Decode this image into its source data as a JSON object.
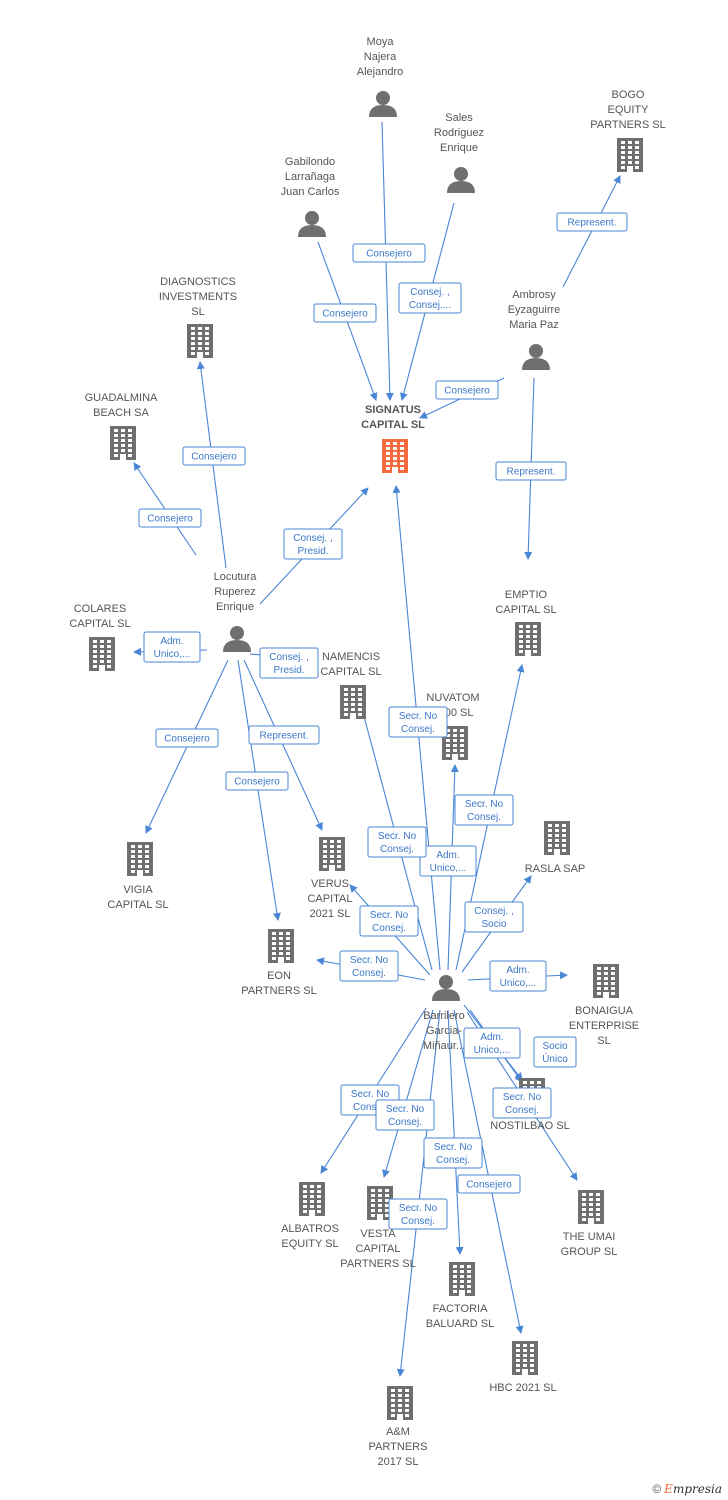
{
  "nodes": [
    {
      "id": "moya",
      "type": "person",
      "label": [
        "Moya",
        "Najera",
        "Alejandro"
      ]
    },
    {
      "id": "sales",
      "type": "person",
      "label": [
        "Sales",
        "Rodriguez",
        "Enrique"
      ]
    },
    {
      "id": "gabilondo",
      "type": "person",
      "label": [
        "Gabilondo",
        "Larrañaga",
        "Juan Carlos"
      ]
    },
    {
      "id": "bogo",
      "type": "company",
      "label": [
        "BOGO",
        "EQUITY",
        "PARTNERS  SL"
      ]
    },
    {
      "id": "ambrosy",
      "type": "person",
      "label": [
        "Ambrosy",
        "Eyzaguirre",
        "Maria Paz"
      ]
    },
    {
      "id": "diagnostics",
      "type": "company",
      "label": [
        "DIAGNOSTICS",
        "INVESTMENTS",
        "SL"
      ]
    },
    {
      "id": "signatus",
      "type": "company",
      "main": true,
      "label": [
        "SIGNATUS",
        "CAPITAL  SL"
      ]
    },
    {
      "id": "guadalmina",
      "type": "company",
      "label": [
        "GUADALMINA",
        "BEACH SA"
      ]
    },
    {
      "id": "locutura",
      "type": "person",
      "label": [
        "Locutura",
        "Ruperez",
        "Enrique"
      ]
    },
    {
      "id": "emptio",
      "type": "company",
      "label": [
        "EMPTIO",
        "CAPITAL  SL"
      ]
    },
    {
      "id": "colares",
      "type": "company",
      "label": [
        "COLARES",
        "CAPITAL  SL"
      ]
    },
    {
      "id": "namencis",
      "type": "company",
      "label": [
        "NAMENCIS",
        "CAPITAL  SL"
      ]
    },
    {
      "id": "nuvatom",
      "type": "company",
      "label": [
        "NUVATOM",
        "2000  SL"
      ]
    },
    {
      "id": "vigia",
      "type": "company",
      "label": [
        "VIGIA",
        "CAPITAL  SL"
      ]
    },
    {
      "id": "verus",
      "type": "company",
      "label": [
        "VERUS",
        "CAPITAL",
        "2021  SL"
      ]
    },
    {
      "id": "rasla",
      "type": "company",
      "label": [
        "RASLA SAP"
      ]
    },
    {
      "id": "eon",
      "type": "company",
      "label": [
        "EON",
        "PARTNERS  SL"
      ]
    },
    {
      "id": "barrilero",
      "type": "person",
      "label": [
        "Barrilero",
        "Garcia-",
        "Miñaur..."
      ]
    },
    {
      "id": "bonaigua",
      "type": "company",
      "label": [
        "BONAIGUA",
        "ENTERPRISE",
        "SL"
      ]
    },
    {
      "id": "nostilbao",
      "type": "company",
      "label": [
        "NOSTILBAO  SL"
      ]
    },
    {
      "id": "albatros",
      "type": "company",
      "label": [
        "ALBATROS",
        "EQUITY  SL"
      ]
    },
    {
      "id": "vesta",
      "type": "company",
      "label": [
        "VESTA",
        "CAPITAL",
        "PARTNERS  SL"
      ]
    },
    {
      "id": "umai",
      "type": "company",
      "label": [
        "THE UMAI",
        "GROUP  SL"
      ]
    },
    {
      "id": "factoria",
      "type": "company",
      "label": [
        "FACTORIA",
        "BALUARD  SL"
      ]
    },
    {
      "id": "hbc",
      "type": "company",
      "label": [
        "HBC 2021  SL"
      ]
    },
    {
      "id": "am",
      "type": "company",
      "label": [
        "A&M",
        "PARTNERS",
        "2017  SL"
      ]
    }
  ],
  "edges": [
    {
      "from": "moya",
      "to": "signatus",
      "label": [
        "Consejero"
      ]
    },
    {
      "from": "sales",
      "to": "signatus",
      "label": [
        "Consej. ,",
        "Consej...."
      ]
    },
    {
      "from": "gabilondo",
      "to": "signatus",
      "label": [
        "Consejero"
      ]
    },
    {
      "from": "ambrosy",
      "to": "signatus",
      "label": [
        "Consejero"
      ]
    },
    {
      "from": "ambrosy",
      "to": "bogo",
      "label": [
        "Represent."
      ]
    },
    {
      "from": "ambrosy",
      "to": "emptio",
      "label": [
        "Represent."
      ]
    },
    {
      "from": "locutura",
      "to": "diagnostics",
      "label": [
        "Consejero"
      ]
    },
    {
      "from": "locutura",
      "to": "guadalmina",
      "label": [
        "Consejero"
      ]
    },
    {
      "from": "locutura",
      "to": "signatus",
      "label": [
        "Consej. ,",
        "Presid."
      ]
    },
    {
      "from": "locutura",
      "to": "colares",
      "label": [
        "Adm.",
        "Unico,..."
      ]
    },
    {
      "from": "locutura",
      "to": "namencis",
      "label": [
        "Consej. ,",
        "Presid."
      ]
    },
    {
      "from": "locutura",
      "to": "vigia",
      "label": [
        "Consejero"
      ]
    },
    {
      "from": "locutura",
      "to": "verus",
      "label": [
        "Represent."
      ]
    },
    {
      "from": "locutura",
      "to": "eon",
      "label": [
        "Consejero"
      ]
    },
    {
      "from": "barrilero",
      "to": "signatus",
      "label": [
        "Secr.  No",
        "Consej."
      ]
    },
    {
      "from": "barrilero",
      "to": "nuvatom",
      "label": [
        "Adm.",
        "Unico,..."
      ]
    },
    {
      "from": "barrilero",
      "to": "emptio",
      "label": [
        "Secr.  No",
        "Consej."
      ]
    },
    {
      "from": "barrilero",
      "to": "namencis",
      "label": [
        "Secr.  No",
        "Consej."
      ]
    },
    {
      "from": "barrilero",
      "to": "rasla",
      "label": [
        "Consej. ,",
        "Socio"
      ]
    },
    {
      "from": "barrilero",
      "to": "verus",
      "label": [
        "Secr.  No",
        "Consej."
      ]
    },
    {
      "from": "barrilero",
      "to": "eon",
      "label": [
        "Secr.  No",
        "Consej."
      ]
    },
    {
      "from": "barrilero",
      "to": "bonaigua",
      "label": [
        "Adm.",
        "Unico,..."
      ]
    },
    {
      "from": "barrilero",
      "to": "nostilbao",
      "label": [
        "Adm.",
        "Unico,..."
      ]
    },
    {
      "from": "barrilero",
      "to": "umai",
      "label": [
        "Socio",
        "Único"
      ]
    },
    {
      "from": "barrilero",
      "to": "albatros",
      "label": [
        "Secr.  No",
        "Consej."
      ]
    },
    {
      "from": "barrilero",
      "to": "vesta",
      "label": [
        "Secr.  No",
        "Consej."
      ]
    },
    {
      "from": "barrilero",
      "to": "factoria",
      "label": [
        "Secr.  No",
        "Consej."
      ]
    },
    {
      "from": "barrilero",
      "to": "hbc",
      "label": [
        "Consejero"
      ]
    },
    {
      "from": "barrilero",
      "to": "am",
      "label": [
        "Secr.  No",
        "Consej."
      ]
    },
    {
      "from": "barrilero",
      "to": "nostilbao",
      "label": [
        "Secr.  No",
        "Consej."
      ]
    }
  ],
  "footer": {
    "copyright": "©",
    "brand_first": "E",
    "brand_rest": "mpresia"
  }
}
